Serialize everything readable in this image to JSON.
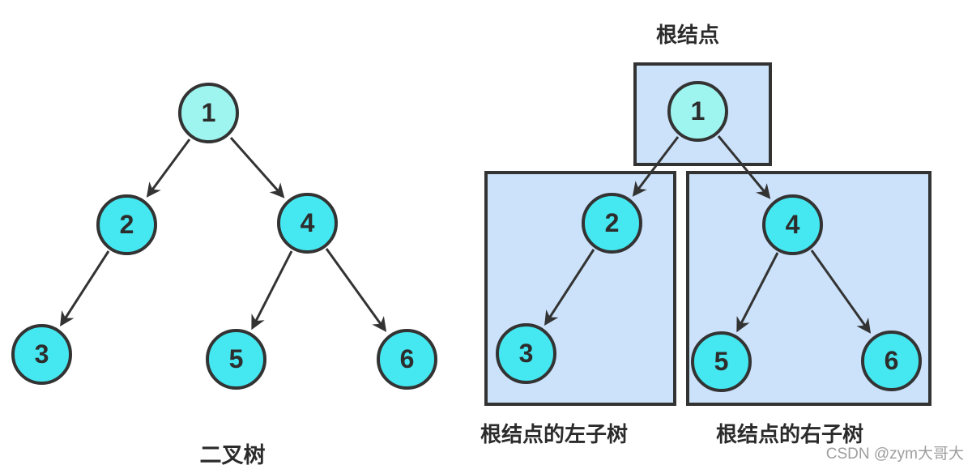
{
  "left_diagram": {
    "caption": "二叉树",
    "nodes": {
      "n1": "1",
      "n2": "2",
      "n3": "3",
      "n4": "4",
      "n5": "5",
      "n6": "6"
    },
    "edges": [
      "1→2",
      "1→4",
      "2→3",
      "4→5",
      "4→6"
    ]
  },
  "right_diagram": {
    "root_label": "根结点",
    "left_subtree_label": "根结点的左子树",
    "right_subtree_label": "根结点的右子树",
    "nodes": {
      "n1": "1",
      "n2": "2",
      "n3": "3",
      "n4": "4",
      "n5": "5",
      "n6": "6"
    },
    "edges": [
      "1→2",
      "1→4",
      "2→3",
      "4→5",
      "4→6"
    ]
  },
  "watermark": "CSDN @zym大哥大",
  "colors": {
    "node_fill": "#45e7f0",
    "root_node_fill": "#9ef5ef",
    "node_border": "#333333",
    "box_fill": "#cce2fa",
    "box_border": "#333333",
    "arrow": "#333333",
    "label_text": "#2b2b2b",
    "watermark_text": "#9e9e9e"
  }
}
